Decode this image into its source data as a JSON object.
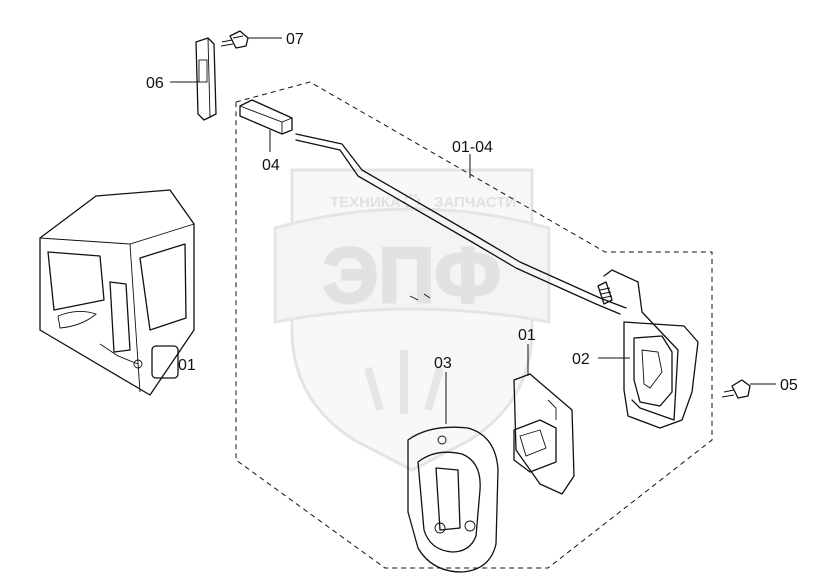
{
  "watermark": {
    "brand": "ЭПФ",
    "left_word": "ТЕХНИКА",
    "right_word": "ЗАПЧАСТИ"
  },
  "cab_label": "01",
  "parts": [
    {
      "id": "p01",
      "label": "01"
    },
    {
      "id": "p0104",
      "label": "01-04"
    },
    {
      "id": "p02",
      "label": "02"
    },
    {
      "id": "p03",
      "label": "03"
    },
    {
      "id": "p04",
      "label": "04"
    },
    {
      "id": "p05",
      "label": "05"
    },
    {
      "id": "p06",
      "label": "06"
    },
    {
      "id": "p07",
      "label": "07"
    }
  ]
}
